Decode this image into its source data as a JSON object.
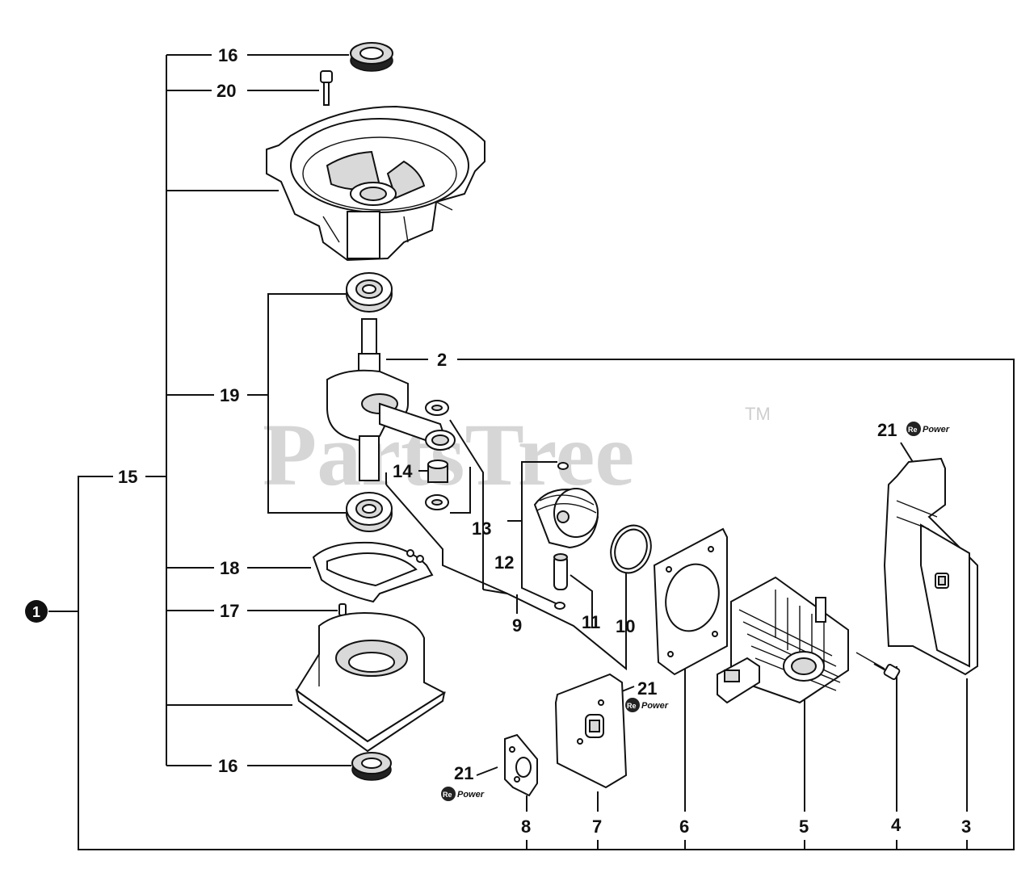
{
  "watermark": {
    "text": "PartsTree",
    "trademark": "TM"
  },
  "assembly_badge": "1",
  "callouts": {
    "c16_top": "16",
    "c20": "20",
    "c19": "19",
    "c15": "15",
    "c18": "18",
    "c17": "17",
    "c16_bottom": "16",
    "c2": "2",
    "c14": "14",
    "c13": "13",
    "c12": "12",
    "c11": "11",
    "c10": "10",
    "c9": "9",
    "c21_top": "21",
    "c21_mid": "21",
    "c21_bottom": "21",
    "c8": "8",
    "c7": "7",
    "c6": "6",
    "c5": "5",
    "c4": "4",
    "c3": "3"
  },
  "repower_badge": {
    "prefix": "Re",
    "text": "Power"
  }
}
